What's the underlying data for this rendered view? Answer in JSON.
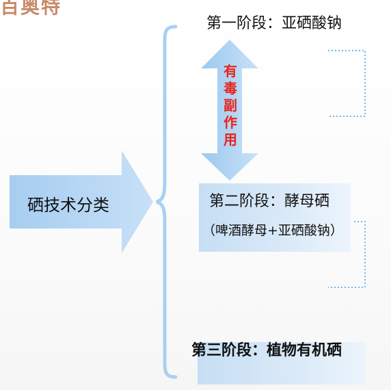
{
  "header": {
    "logo_text": "百奥特"
  },
  "main": {
    "category_label": "硒技术分类",
    "toxic_label": [
      "有",
      "毒",
      "副",
      "作",
      "用"
    ],
    "stage1": {
      "title": "第一阶段：亚硒酸钠"
    },
    "stage2": {
      "title": "第二阶段：酵母硒",
      "subtitle": "（啤酒酵母+亚硒酸钠）"
    },
    "stage3": {
      "title": "第三阶段：植物有机硒"
    }
  },
  "colors": {
    "arrow_blue": "#a9cff2",
    "box_blue": "#c6def4",
    "toxic_red": "#e8221a",
    "dotted_blue": "#6fb6e6"
  }
}
